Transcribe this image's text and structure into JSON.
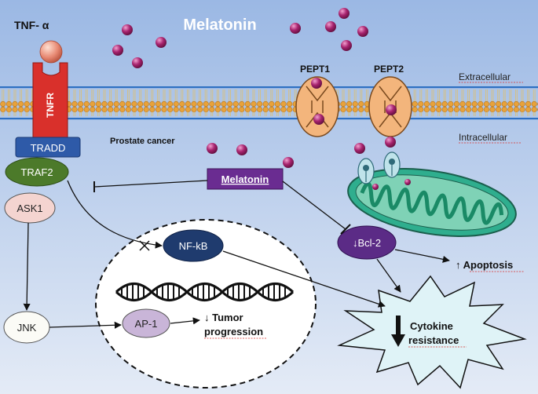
{
  "title": "Melatonin",
  "ligand": "TNF- α",
  "receptor": "TNFR",
  "membrane": {
    "extracellular": "Extracellular",
    "intracellular": "Intracellular",
    "cell_type": "Prostate cancer"
  },
  "transporters": [
    "PEPT1",
    "PEPT2"
  ],
  "nodes": {
    "tradd": "TRADD",
    "traf2": "TRAF2",
    "ask1": "ASK1",
    "jnk": "JNK",
    "ap1": "AP-1",
    "nfkb": "NF-kB",
    "melatonin_box": "Melatonin",
    "bcl2": "↓Bcl-2"
  },
  "outcomes": {
    "apoptosis": "↑ Apoptosis",
    "tumor_line1": "↓ Tumor",
    "tumor_line2": "progression",
    "cytokine_line1": "Cytokine",
    "cytokine_line2": "resistance"
  },
  "colors": {
    "background_top": "#a8c3e8",
    "background_bottom": "#dce6f4",
    "membrane_head": "#e8a23a",
    "receptor": "#d9302b",
    "tradd": "#2e5aa8",
    "traf2": "#4c7a2a",
    "melatonin_box": "#6a2c91",
    "nfkb": "#1f3b6e",
    "bcl2": "#5b2b86",
    "ap1": "#c9b5d8",
    "ask1": "#f4d4d0",
    "mitochondria": "#2fae8e",
    "melatonin_particle": "#9b1f6a"
  }
}
